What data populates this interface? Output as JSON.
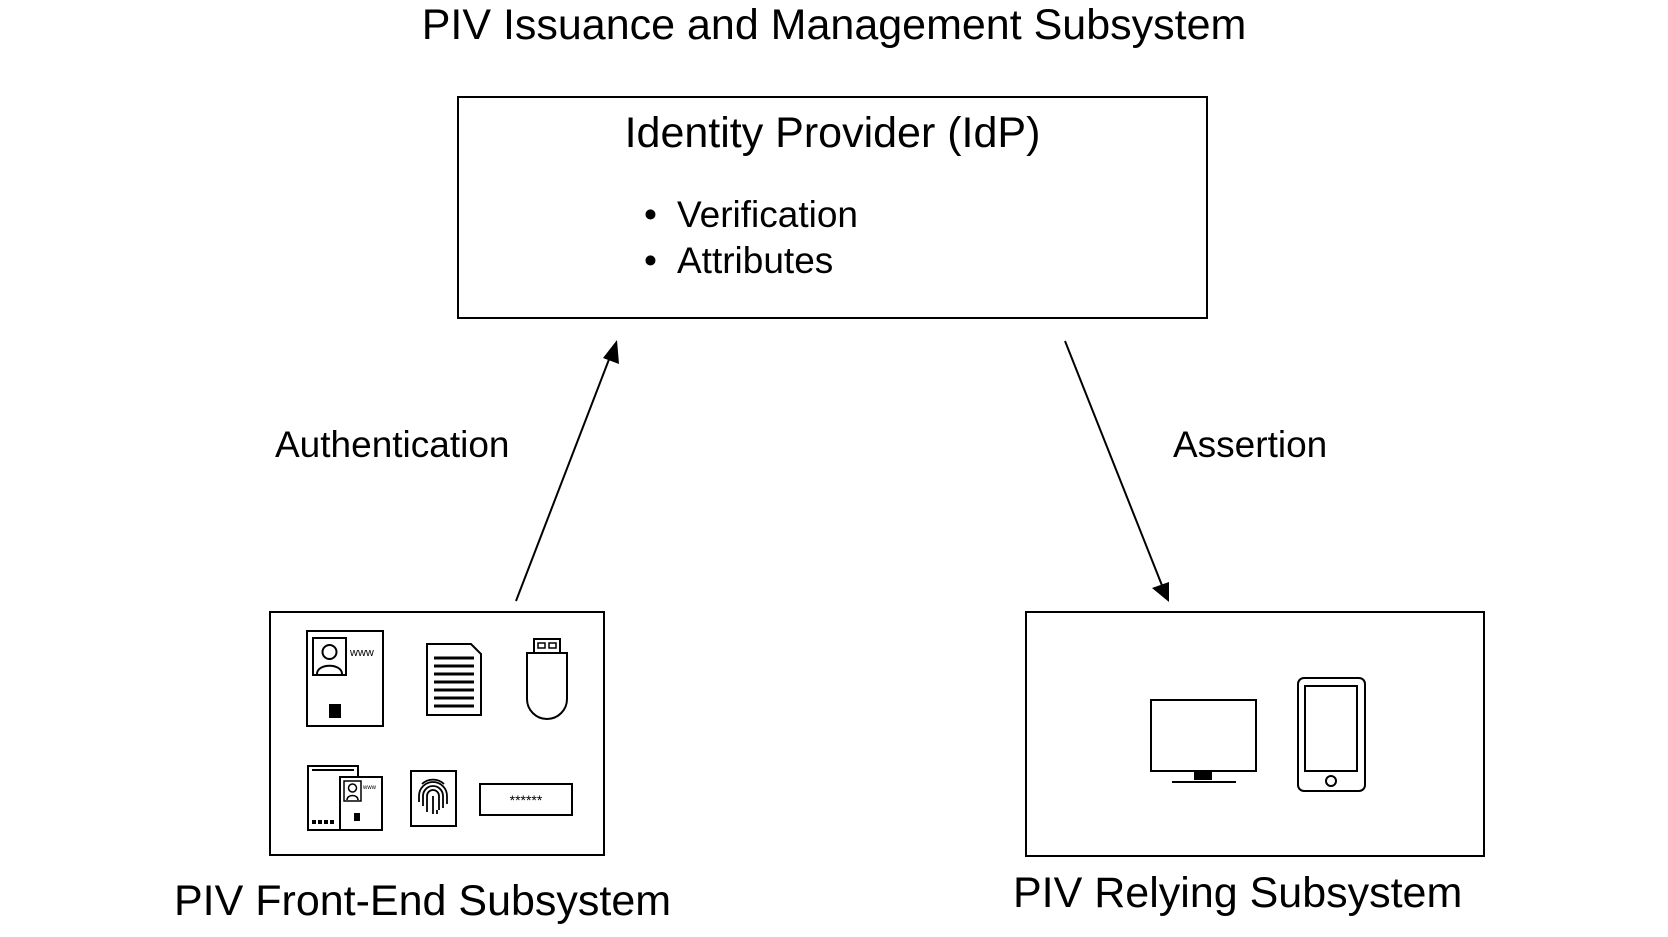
{
  "title": "PIV Issuance and Management Subsystem",
  "idp": {
    "title": "Identity Provider (IdP)",
    "items": [
      "Verification",
      "Attributes"
    ]
  },
  "flows": {
    "authentication": "Authentication",
    "assertion": "Assertion"
  },
  "front_end": {
    "label": "PIV Front-End Subsystem",
    "card_text": "www",
    "password_mask": "******",
    "icons": [
      "id-card-icon",
      "document-icon",
      "usb-token-icon",
      "stacked-cards-icon",
      "fingerprint-icon",
      "password-field-icon"
    ]
  },
  "relying": {
    "label": "PIV Relying Subsystem",
    "icons": [
      "monitor-icon",
      "smartphone-icon"
    ]
  },
  "colors": {
    "stroke": "#000000",
    "background": "#ffffff"
  }
}
